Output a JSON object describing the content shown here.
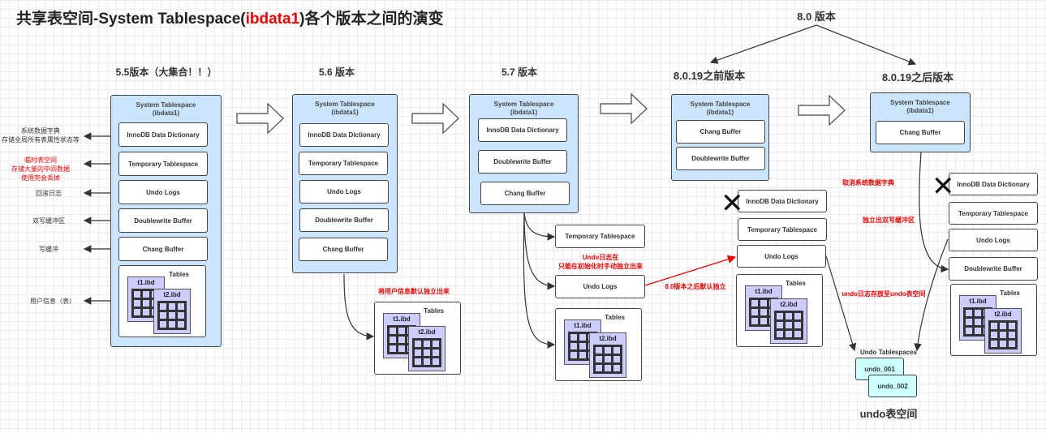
{
  "title": {
    "prefix": "共享表空间-System Tablespace(",
    "highlight": "ibdata1",
    "suffix": ")各个版本之间的演变"
  },
  "colors": {
    "system_tablespace_fill": "#cce5ff",
    "ibd_fill": "#ccccff",
    "undo_tablespace_fill": "#ccffff",
    "annotation_red": "#ee0000"
  },
  "system_tablespace_header": [
    "System Tablespace",
    "(ibdata1)"
  ],
  "versions": {
    "v55": {
      "label": "5.5版本（大集合！！）",
      "blocks": [
        "InnoDB Data Dictionary",
        "Temporary Tablespace",
        "Undo Logs",
        "Doublewrite Buffer",
        "Chang Buffer"
      ],
      "tables": {
        "label": "Tables",
        "files": [
          "t1.ibd",
          "t2.ibd"
        ]
      },
      "side_notes": [
        {
          "lines": [
            "系统数据字典",
            "存储全局所有表属性状态等"
          ],
          "color": "black"
        },
        {
          "lines": [
            "临时表空间",
            "存储大量的中间数据",
            "使用完会丢掉"
          ],
          "color": "red"
        },
        {
          "lines": [
            "回滚日志"
          ],
          "color": "black"
        },
        {
          "lines": [
            "双写缓冲区"
          ],
          "color": "black"
        },
        {
          "lines": [
            "写缓冲"
          ],
          "color": "black"
        },
        {
          "lines": [
            "用户信息（表）"
          ],
          "color": "black"
        }
      ]
    },
    "v56": {
      "label": "5.6 版本",
      "blocks": [
        "InnoDB Data Dictionary",
        "Temporary Tablespace",
        "Undo Logs",
        "Doublewrite Buffer",
        "Chang Buffer"
      ],
      "note": "将用户信息默认独立出来",
      "tables": {
        "label": "Tables",
        "files": [
          "t1.ibd",
          "t2.ibd"
        ]
      }
    },
    "v57": {
      "label": "5.7 版本",
      "blocks": [
        "InnoDB Data Dictionary",
        "Doublewrite Buffer",
        "Chang Buffer"
      ],
      "external": [
        "Temporary Tablespace",
        "Undo Logs"
      ],
      "note": [
        "Undo日志在",
        "只能在初始化时手动独立出来"
      ],
      "tables": {
        "label": "Tables",
        "files": [
          "t1.ibd",
          "t2.ibd"
        ]
      }
    },
    "v80": {
      "label": "8.0 版本",
      "note_default_independent": "8.0版本之后默认独立"
    },
    "v8019_before": {
      "label": "8.0.19之前版本",
      "blocks": [
        "Chang Buffer",
        "Doublewrite Buffer"
      ],
      "external": [
        "InnoDB Data Dictionary",
        "Temporary Tablespace",
        "Undo Logs"
      ],
      "removed": "InnoDB Data Dictionary",
      "tables": {
        "label": "Tables",
        "files": [
          "t1.ibd",
          "t2.ibd"
        ]
      }
    },
    "v8019_after": {
      "label": "8.0.19之后版本",
      "blocks": [
        "Chang Buffer"
      ],
      "external": [
        "InnoDB Data Dictionary",
        "Temporary Tablespace",
        "Undo Logs",
        "Doublewrite Buffer"
      ],
      "removed": "InnoDB Data Dictionary",
      "tables": {
        "label": "Tables",
        "files": [
          "t1.ibd",
          "t2.ibd"
        ]
      },
      "notes": {
        "remove_dictionary": "取消系统数据字典",
        "doublewrite_independent": "独立出双写缓冲区",
        "undo_to_tablespace": "undo日志存放至undo表空间"
      }
    }
  },
  "undo_tablespaces": {
    "label": "Undo Tablespaces",
    "files": [
      "undo_001",
      "undo_002"
    ],
    "caption": "undo表空间"
  }
}
